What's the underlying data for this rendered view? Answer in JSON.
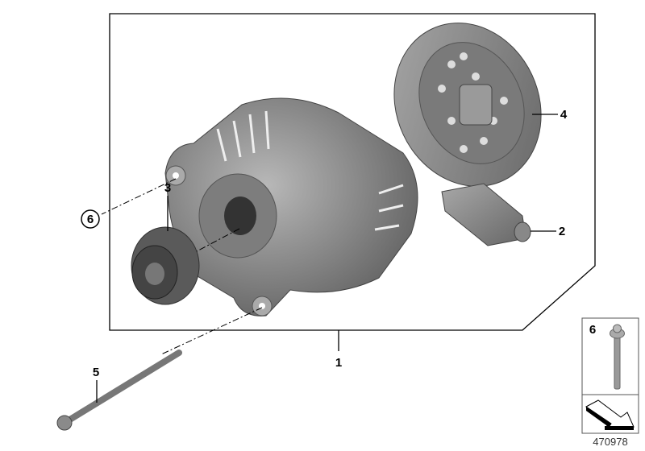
{
  "diagram": {
    "labels": {
      "alternator": "1",
      "regulator": "2",
      "pulley": "3",
      "cover": "4",
      "long_bolt": "5",
      "bolt_circled": "6"
    },
    "inset": {
      "label": "6",
      "part": "bolt",
      "arrow_icon": "direction-arrow-icon"
    },
    "diagram_number": "470978",
    "colors": {
      "part_gray": "#8a8a8a",
      "part_dark": "#555555",
      "line": "#000000"
    }
  }
}
